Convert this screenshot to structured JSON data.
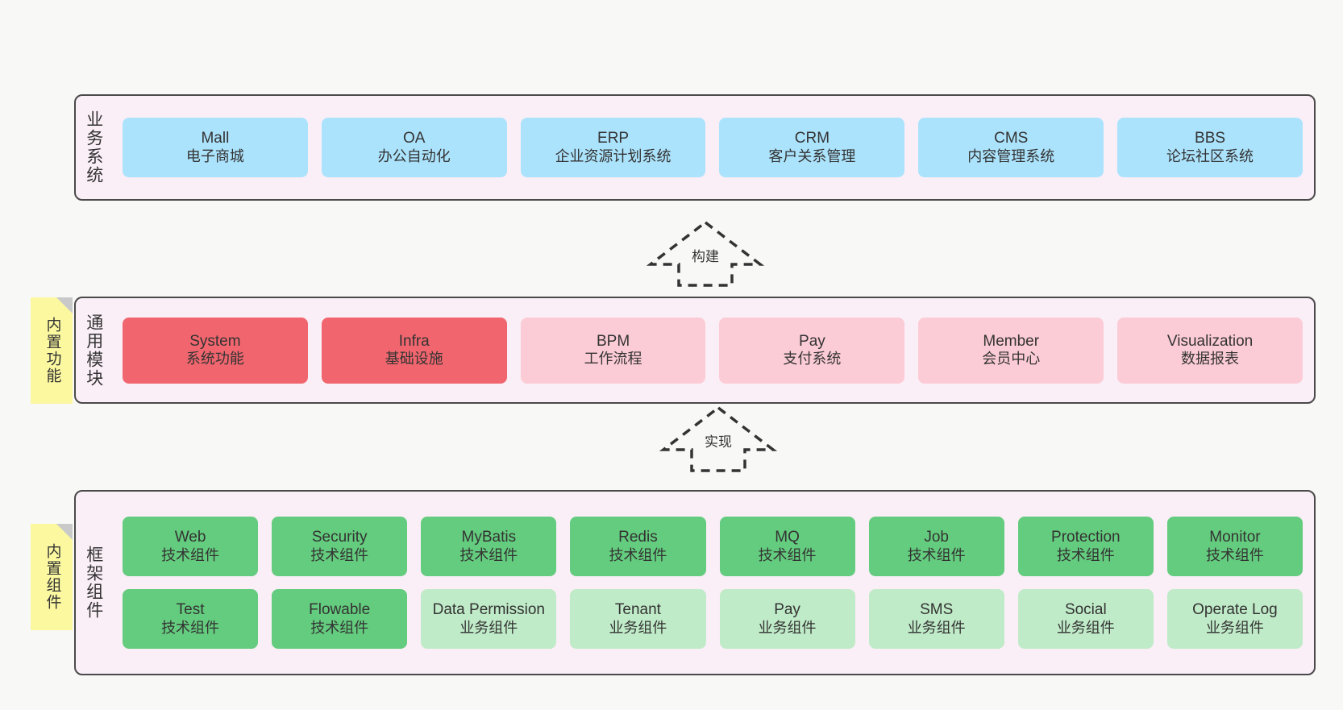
{
  "diagram": {
    "background_color": "#f8f8f7",
    "panel_color": "#faeef7",
    "panel_border_color": "#4a4a4a",
    "note_color": "#fbf8a0"
  },
  "layers": [
    {
      "id": "business-systems",
      "title": "业务系统",
      "note": null,
      "rows": [
        [
          {
            "en": "Mall",
            "cn": "电子商城",
            "style": "blue"
          },
          {
            "en": "OA",
            "cn": "办公自动化",
            "style": "blue"
          },
          {
            "en": "ERP",
            "cn": "企业资源计划系统",
            "style": "blue"
          },
          {
            "en": "CRM",
            "cn": "客户关系管理",
            "style": "blue"
          },
          {
            "en": "CMS",
            "cn": "内容管理系统",
            "style": "blue"
          },
          {
            "en": "BBS",
            "cn": "论坛社区系统",
            "style": "blue"
          }
        ]
      ]
    },
    {
      "id": "common-modules",
      "title": "通用模块",
      "note": "内置功能",
      "rows": [
        [
          {
            "en": "System",
            "cn": "系统功能",
            "style": "red"
          },
          {
            "en": "Infra",
            "cn": "基础设施",
            "style": "red"
          },
          {
            "en": "BPM",
            "cn": "工作流程",
            "style": "pink"
          },
          {
            "en": "Pay",
            "cn": "支付系统",
            "style": "pink"
          },
          {
            "en": "Member",
            "cn": "会员中心",
            "style": "pink"
          },
          {
            "en": "Visualization",
            "cn": "数据报表",
            "style": "pink"
          }
        ]
      ]
    },
    {
      "id": "framework-components",
      "title": "框架组件",
      "note": "内置组件",
      "rows": [
        [
          {
            "en": "Web",
            "cn": "技术组件",
            "style": "green"
          },
          {
            "en": "Security",
            "cn": "技术组件",
            "style": "green"
          },
          {
            "en": "MyBatis",
            "cn": "技术组件",
            "style": "green"
          },
          {
            "en": "Redis",
            "cn": "技术组件",
            "style": "green"
          },
          {
            "en": "MQ",
            "cn": "技术组件",
            "style": "green"
          },
          {
            "en": "Job",
            "cn": "技术组件",
            "style": "green"
          },
          {
            "en": "Protection",
            "cn": "技术组件",
            "style": "green"
          },
          {
            "en": "Monitor",
            "cn": "技术组件",
            "style": "green"
          }
        ],
        [
          {
            "en": "Test",
            "cn": "技术组件",
            "style": "green"
          },
          {
            "en": "Flowable",
            "cn": "技术组件",
            "style": "green"
          },
          {
            "en": "Data Permission",
            "cn": "业务组件",
            "style": "lightgreen"
          },
          {
            "en": "Tenant",
            "cn": "业务组件",
            "style": "lightgreen"
          },
          {
            "en": "Pay",
            "cn": "业务组件",
            "style": "lightgreen"
          },
          {
            "en": "SMS",
            "cn": "业务组件",
            "style": "lightgreen"
          },
          {
            "en": "Social",
            "cn": "业务组件",
            "style": "lightgreen"
          },
          {
            "en": "Operate Log",
            "cn": "业务组件",
            "style": "lightgreen"
          }
        ]
      ]
    }
  ],
  "arrows": [
    {
      "id": "arrow-build",
      "label": "构建"
    },
    {
      "id": "arrow-implement",
      "label": "实现"
    }
  ]
}
